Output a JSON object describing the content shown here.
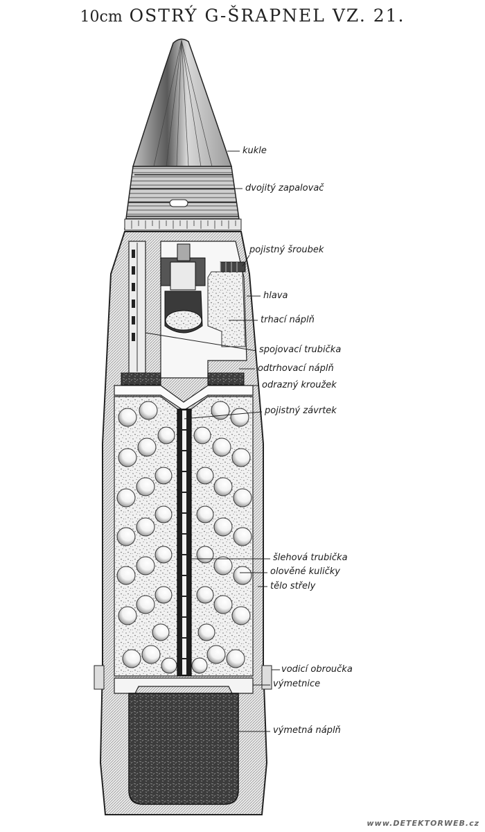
{
  "title": {
    "size": "10",
    "unit": "cm",
    "main": "OSTRÝ G-ŠRAPNEL VZ. 21."
  },
  "labels": [
    {
      "id": "kukle",
      "text": "kukle"
    },
    {
      "id": "dvojity-zapalovac",
      "text": "dvojitý zapalovač"
    },
    {
      "id": "pojistny-sroubek",
      "text": "pojistný šroubek"
    },
    {
      "id": "hlava",
      "text": "hlava"
    },
    {
      "id": "trhaci-napln",
      "text": "trhací náplň"
    },
    {
      "id": "spojovaci-trubicka",
      "text": "spojovací trubička"
    },
    {
      "id": "odtrhovaci-napln",
      "text": "odtrhovací náplň"
    },
    {
      "id": "odrazny-krouzek",
      "text": "odrazný kroužek"
    },
    {
      "id": "pojistny-zavrtek",
      "text": "pojistný závrtek"
    },
    {
      "id": "slehova-trubicka",
      "text": "šlehová trubička"
    },
    {
      "id": "olovene-kulicky",
      "text": "olověné kuličky"
    },
    {
      "id": "telo-strely",
      "text": "tělo střely"
    },
    {
      "id": "vodici-obroucka",
      "text": "vodicí obroučka"
    },
    {
      "id": "vymetnice",
      "text": "výmetnice"
    },
    {
      "id": "vymetna-napln",
      "text": "výmetná náplň"
    }
  ],
  "watermark": "www.DETEKTORWEB.cz"
}
